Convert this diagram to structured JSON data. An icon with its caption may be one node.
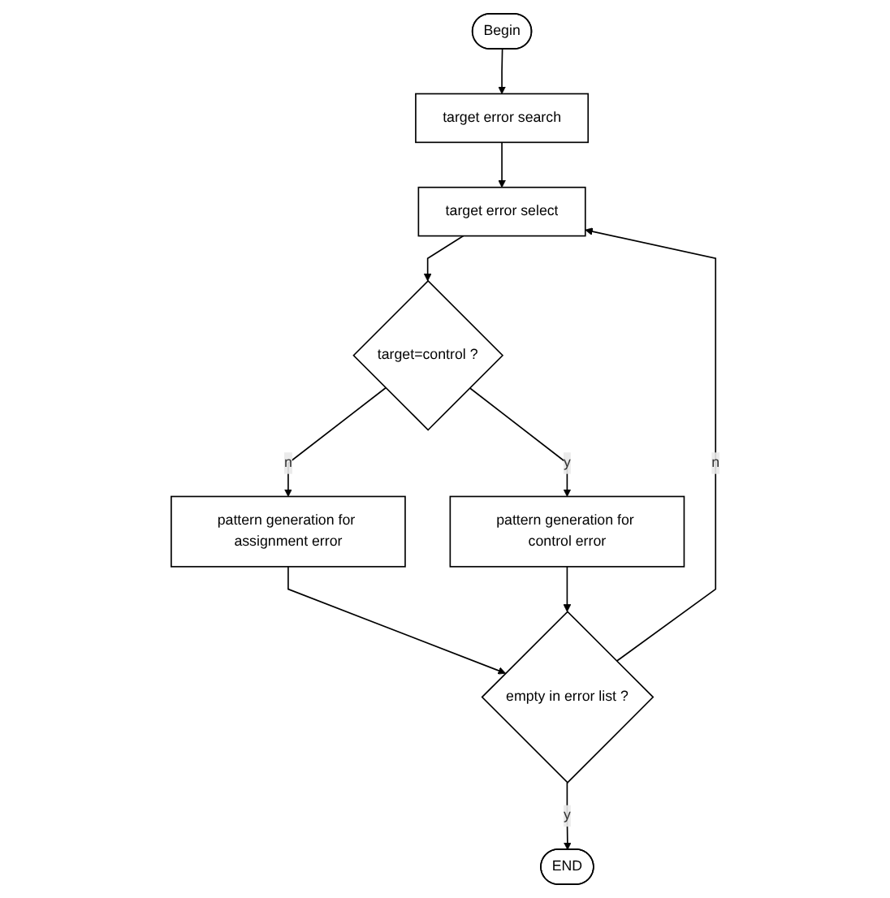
{
  "diagram": {
    "nodes": [
      {
        "text": [
          "Begin"
        ]
      },
      {
        "text": [
          "target error search"
        ]
      },
      {
        "text": [
          "target error select"
        ]
      },
      {
        "text": [
          "target=control ?"
        ]
      },
      {
        "text": [
          "pattern generation for assignment error"
        ]
      },
      {
        "text": [
          "pattern generation for control error"
        ]
      },
      {
        "text": [
          "empty in error list ?"
        ]
      },
      {
        "text": [
          "END"
        ]
      }
    ],
    "edges": [
      {
        "from": 0,
        "to": 1,
        "arrow": "to"
      },
      {
        "from": 1,
        "to": 2,
        "arrow": "to"
      },
      {
        "from": 2,
        "to": 3,
        "arrow": "to"
      },
      {
        "from": 3,
        "to": 4,
        "label": "n",
        "arrow": "to"
      },
      {
        "from": 3,
        "to": 5,
        "label": "y",
        "arrow": "to"
      },
      {
        "from": 4,
        "to": 6,
        "arrow": "to"
      },
      {
        "from": 5,
        "to": 6,
        "arrow": "to"
      },
      {
        "from": 6,
        "to": 2,
        "label": "n",
        "arrow": "to"
      },
      {
        "from": 6,
        "to": 7,
        "label": "y",
        "arrow": "to"
      }
    ]
  }
}
